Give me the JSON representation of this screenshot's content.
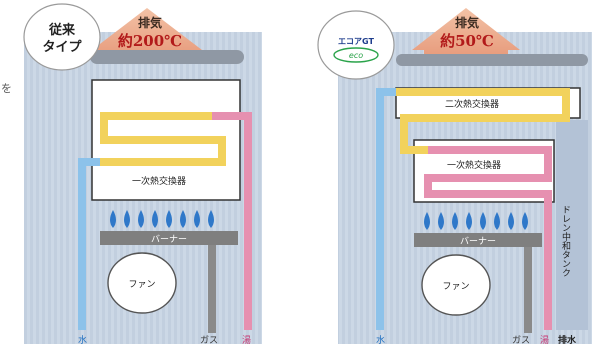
{
  "left_panel": {
    "badge_text_line1": "従来",
    "badge_text_line2": "タイプ",
    "exhaust_label": "排気",
    "exhaust_temp": "約200℃",
    "exchanger_label": "一次熱交換器",
    "burner_label": "バーナー",
    "fan_label": "ファン",
    "water_label": "水",
    "gas_label": "ガス",
    "hot_label": "湯"
  },
  "right_panel": {
    "badge_text_line1": "エコアGT",
    "badge_text_line2": "eco",
    "exhaust_label": "排気",
    "exhaust_temp": "約50℃",
    "secondary_exchanger_label": "二次熱交換器",
    "primary_exchanger_label": "一次熱交換器",
    "burner_label": "バーナー",
    "fan_label": "ファン",
    "drain_tank_label": "ドレン中和タンク",
    "water_label": "水",
    "gas_label": "ガス",
    "hot_label": "湯",
    "drain_label": "排水"
  },
  "edge_glyph": "を",
  "colors": {
    "casing": "#c9d6e6",
    "cold_pipe": "#8cc2ea",
    "warm_pipe": "#f2d25c",
    "hot_pipe": "#e690b0",
    "burner": "#7f7f7f",
    "flame": "#2f78c9",
    "exhaust": "#e8a889"
  }
}
